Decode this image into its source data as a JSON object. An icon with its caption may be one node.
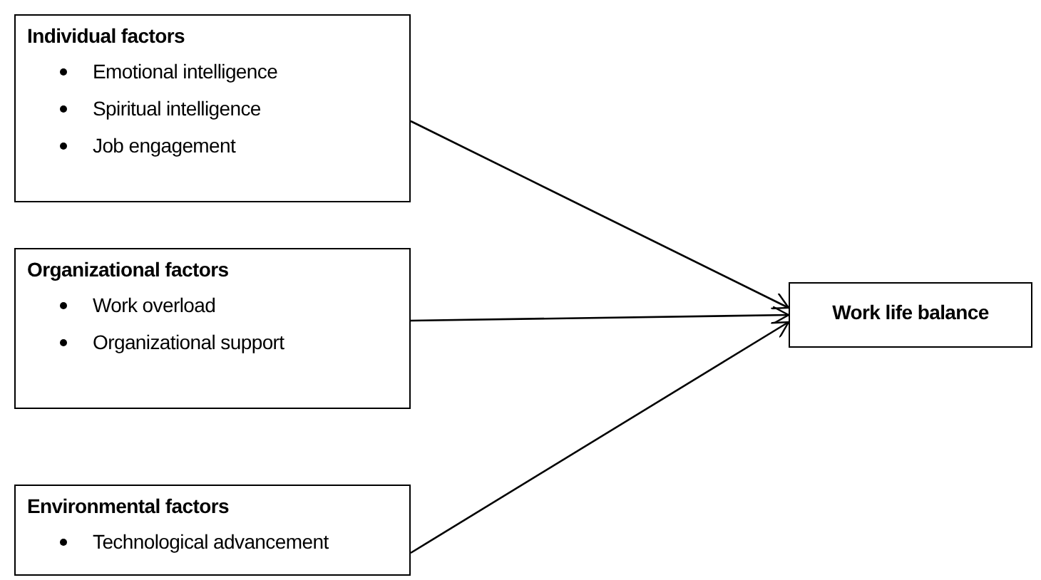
{
  "diagram": {
    "nodes": [
      {
        "text": [
          "Individual factors",
          "Emotional intelligence",
          "Spiritual intelligence",
          "Job engagement"
        ]
      },
      {
        "text": [
          "Organizational factors",
          "Work overload",
          "Organizational support"
        ]
      },
      {
        "text": [
          "Environmental factors",
          "Technological advancement"
        ]
      },
      {
        "text": [
          "Work life balance"
        ]
      }
    ],
    "edges": [
      {
        "from": 0,
        "to": 3,
        "arrow": "to"
      },
      {
        "from": 1,
        "to": 3,
        "arrow": "to"
      },
      {
        "from": 2,
        "to": 3,
        "arrow": "to"
      }
    ]
  }
}
